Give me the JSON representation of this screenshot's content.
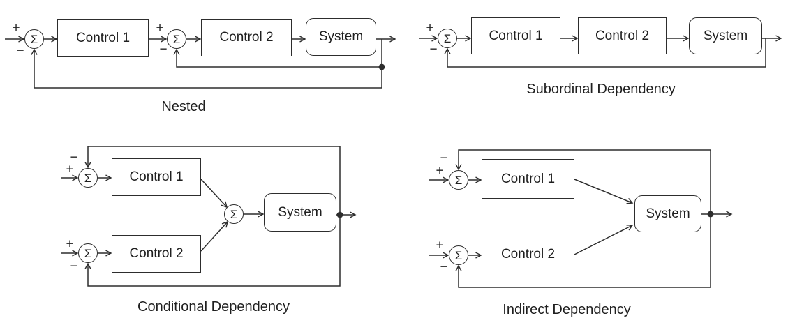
{
  "colors": {
    "background": "#ffffff",
    "line": "#2d2d2d",
    "text": "#1f1f1f"
  },
  "symbols": {
    "sum": "Σ",
    "plus": "+",
    "minus": "−"
  },
  "diagrams": {
    "nested": {
      "caption": "Nested",
      "control1": "Control 1",
      "control2": "Control 2",
      "system": "System"
    },
    "subordinal": {
      "caption": "Subordinal Dependency",
      "control1": "Control 1",
      "control2": "Control 2",
      "system": "System"
    },
    "conditional": {
      "caption": "Conditional Dependency",
      "control1": "Control 1",
      "control2": "Control 2",
      "system": "System"
    },
    "indirect": {
      "caption": "Indirect Dependency",
      "control1": "Control 1",
      "control2": "Control 2",
      "system": "System"
    }
  }
}
